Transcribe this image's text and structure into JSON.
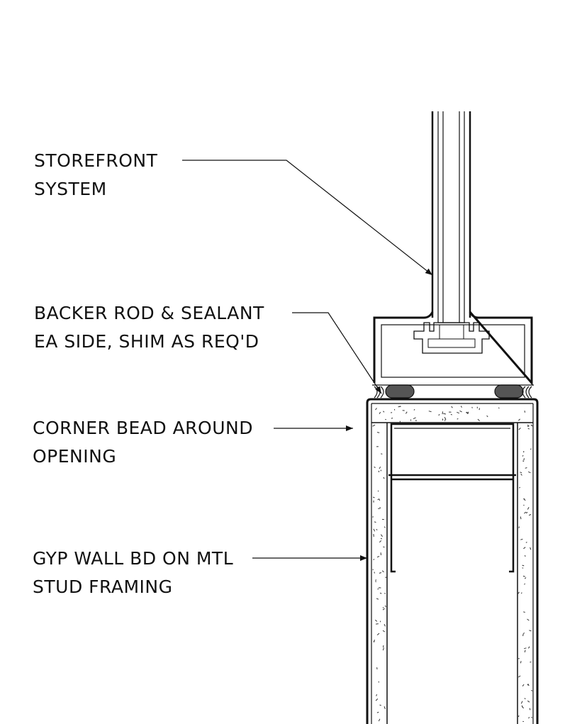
{
  "notes": {
    "storefront": {
      "line1": "STOREFRONT",
      "line2": "SYSTEM"
    },
    "backer_rod": {
      "line1": "BACKER ROD & SEALANT",
      "line2": "EA SIDE, SHIM AS REQ'D"
    },
    "corner_bead": {
      "line1": "CORNER BEAD AROUND",
      "line2": "OPENING"
    },
    "gyp_wall": {
      "line1": "GYP WALL BD ON MTL",
      "line2": "STUD FRAMING"
    }
  },
  "colors": {
    "line": "#111111",
    "background": "#ffffff",
    "sealant": "#555555"
  }
}
